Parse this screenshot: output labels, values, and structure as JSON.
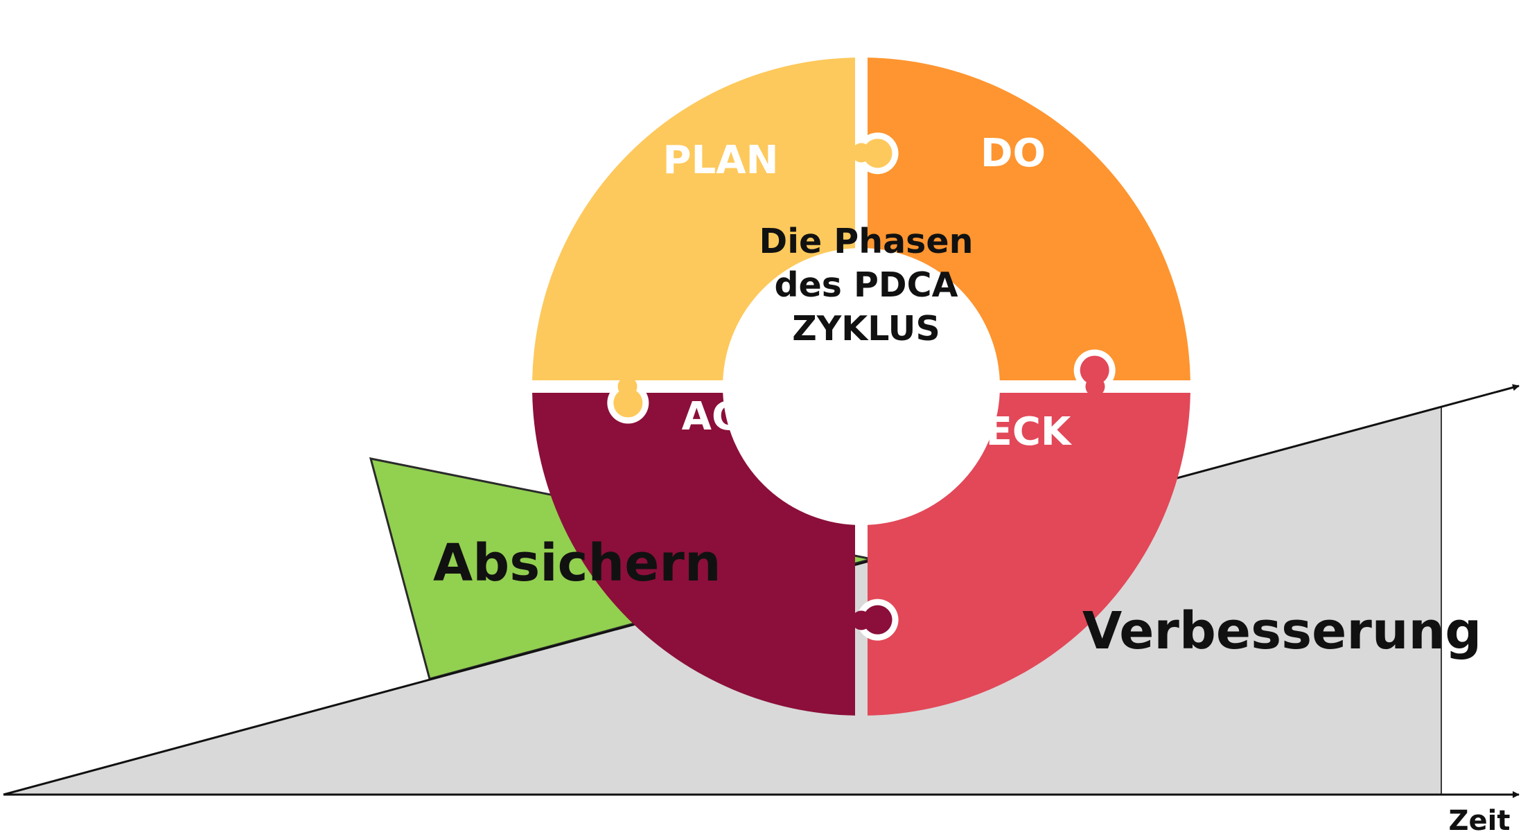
{
  "cycle": {
    "center_lines": [
      "Die Phasen",
      "des PDCA",
      "ZYKLUS"
    ],
    "segments": [
      {
        "id": "plan",
        "label": "PLAN",
        "color": "#FDC95C"
      },
      {
        "id": "do",
        "label": "DO",
        "color": "#FE9530"
      },
      {
        "id": "check",
        "label": "CHECK",
        "color": "#E24858"
      },
      {
        "id": "act",
        "label": "ACT",
        "color": "#8B0F3A"
      }
    ]
  },
  "wedge": {
    "label": "Absichern",
    "color": "#92D050"
  },
  "ramp": {
    "label": "Verbesserung",
    "color": "#D9D9D9"
  },
  "axis": {
    "label": "Zeit"
  }
}
